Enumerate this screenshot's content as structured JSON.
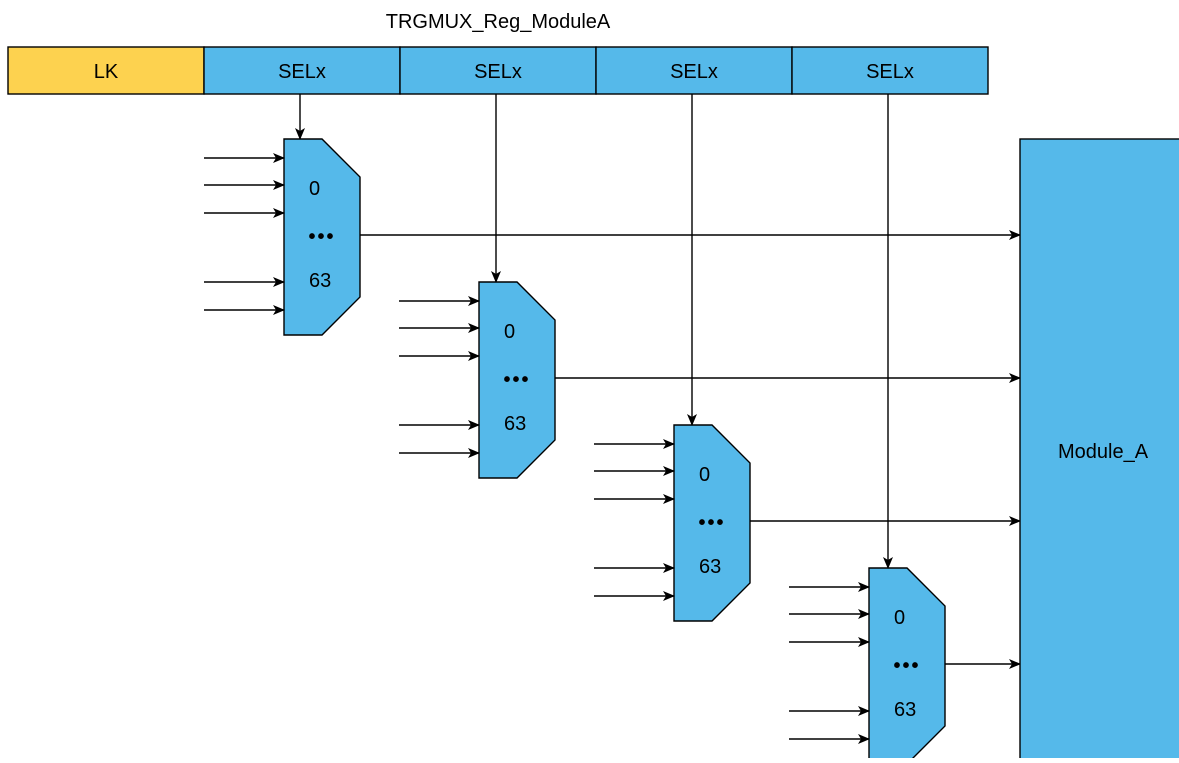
{
  "register": {
    "title": "TRGMUX_Reg_ModuleA",
    "fields": [
      {
        "label": "LK",
        "color": "#FDD24F"
      },
      {
        "label": "SELx",
        "color": "#55B9EA"
      },
      {
        "label": "SELx",
        "color": "#55B9EA"
      },
      {
        "label": "SELx",
        "color": "#55B9EA"
      },
      {
        "label": "SELx",
        "color": "#55B9EA"
      }
    ]
  },
  "muxes": [
    {
      "top_label": "0",
      "ellipsis": "•••",
      "bottom_label": "63"
    },
    {
      "top_label": "0",
      "ellipsis": "•••",
      "bottom_label": "63"
    },
    {
      "top_label": "0",
      "ellipsis": "•••",
      "bottom_label": "63"
    },
    {
      "top_label": "0",
      "ellipsis": "•••",
      "bottom_label": "63"
    }
  ],
  "module": {
    "label": "Module_A",
    "color": "#55B9EA"
  },
  "colors": {
    "mux_fill": "#55B9EA",
    "outline": "#000000",
    "background": "#ffffff"
  }
}
